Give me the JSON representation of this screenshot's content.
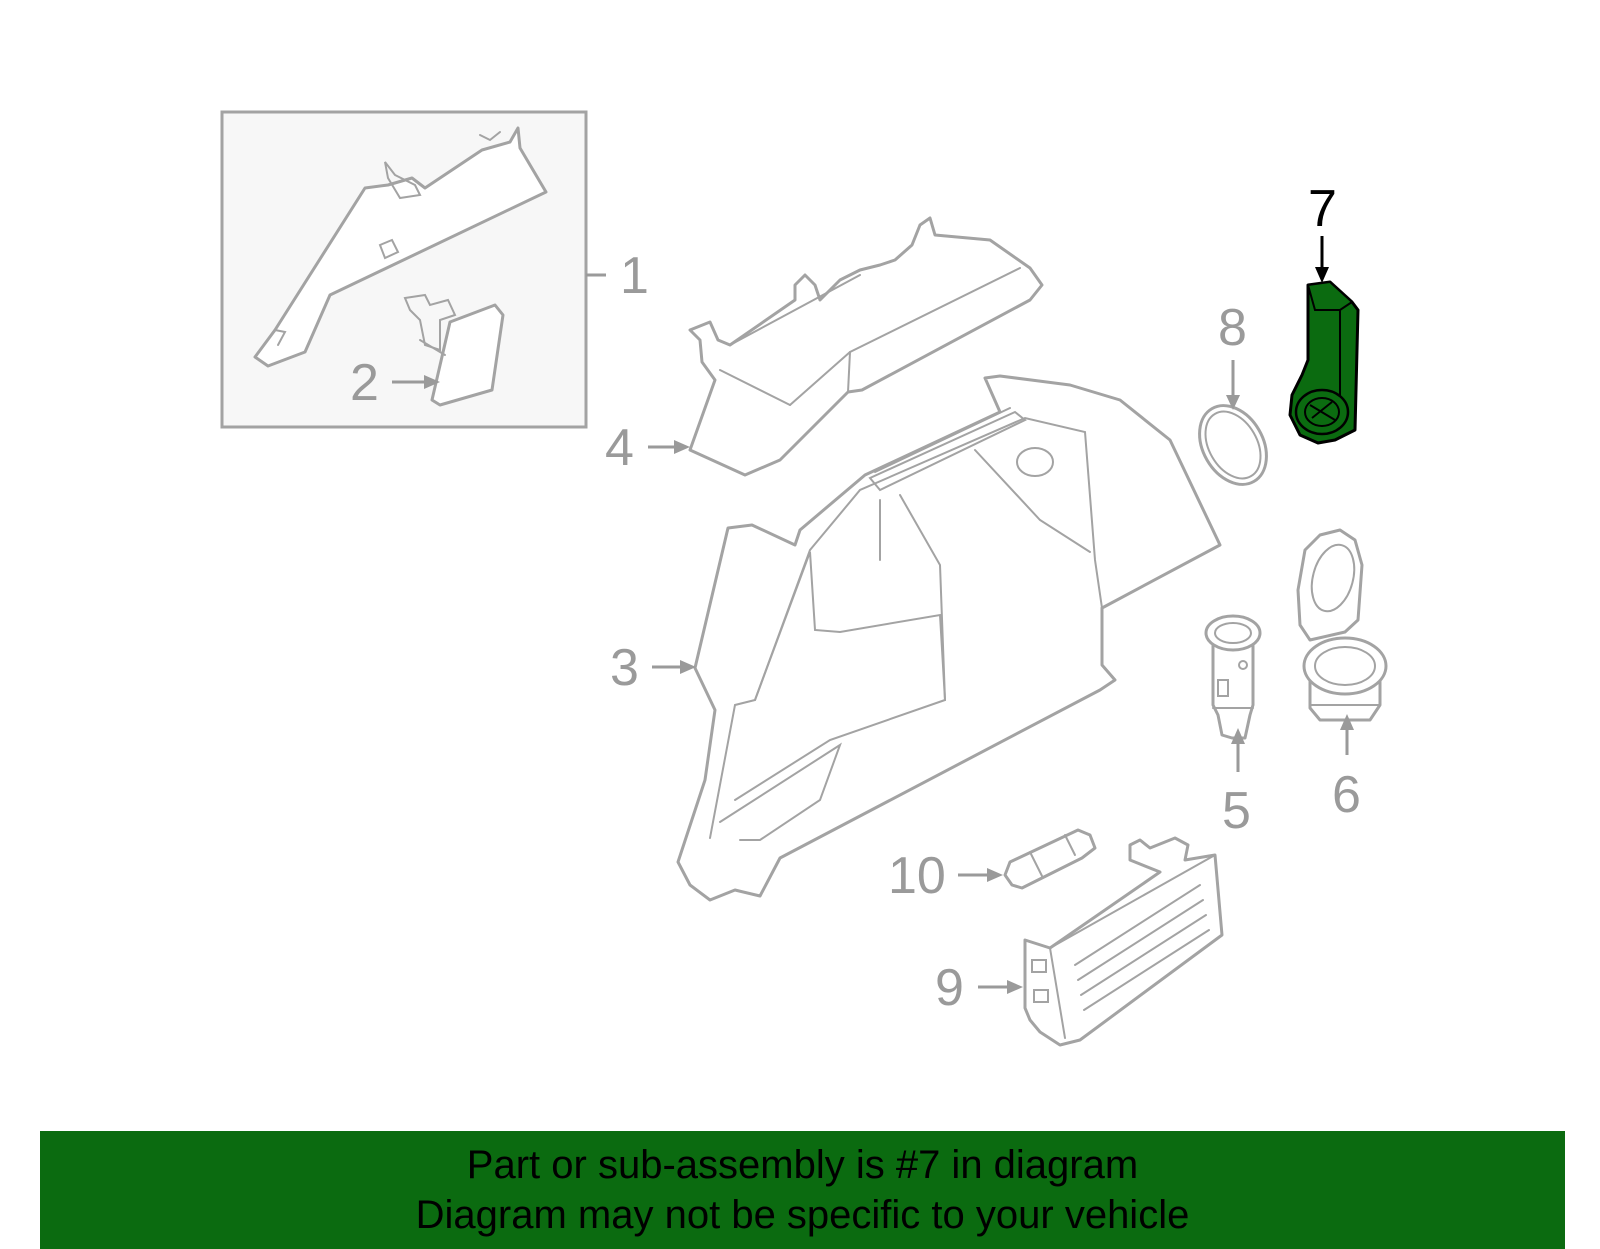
{
  "callouts": {
    "c1": "1",
    "c2": "2",
    "c3": "3",
    "c4": "4",
    "c5": "5",
    "c6": "6",
    "c7": "7",
    "c8": "8",
    "c9": "9",
    "c10": "10"
  },
  "highlighted_part": "7",
  "colors": {
    "highlight": "#0b6b10",
    "outline": "#a3a3a3",
    "banner": "#0b6b10",
    "inset_bg": "#f7f7f7"
  },
  "banner": {
    "line1": "Part or sub-assembly is #7 in diagram",
    "line2": "Diagram may not be specific to your vehicle"
  }
}
